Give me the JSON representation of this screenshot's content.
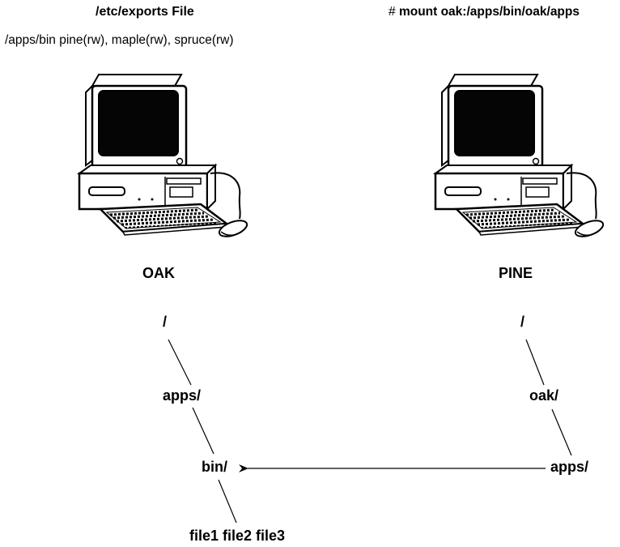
{
  "exports": {
    "title": "/etc/exports File",
    "line": "/apps/bin pine(rw), maple(rw), spruce(rw)"
  },
  "mount": {
    "prompt": "#",
    "command": "mount oak:/apps/bin/oak/apps"
  },
  "hosts": {
    "server": {
      "label": "OAK",
      "icon": "desktop-computer-icon"
    },
    "client": {
      "label": "PINE",
      "icon": "desktop-computer-icon"
    }
  },
  "oak_tree": {
    "root": "/",
    "level1": "apps/",
    "level2": "bin/",
    "files": "file1 file2 file3"
  },
  "pine_tree": {
    "root": "/",
    "level1": "oak/",
    "level2": "apps/"
  },
  "mount_link": {
    "from": "pine_tree.level2",
    "to": "oak_tree.level2",
    "style": "arrow"
  }
}
